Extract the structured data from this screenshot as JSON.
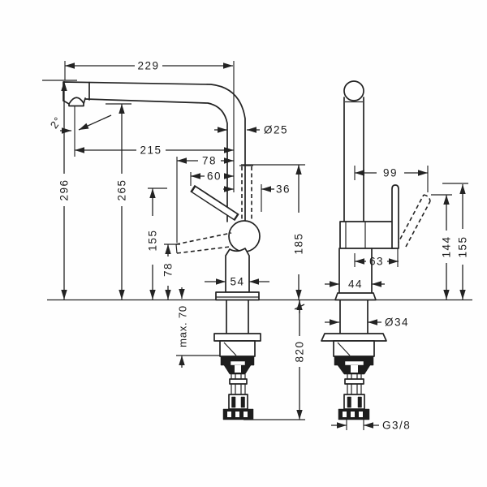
{
  "drawing": {
    "type": "faucet-installation-dimension-drawing",
    "line_color": "#232323",
    "background": "#fefefe"
  },
  "dims": {
    "spout_reach": "229",
    "spout_pipe_diameter": "Ø25",
    "spout_angle": "2°",
    "aerator_reach": "215",
    "handle_reach_down": "78",
    "handle_reach_up": "60",
    "handle_offset": "36",
    "total_height": "296",
    "outlet_height": "265",
    "handle_tip_height": "155",
    "handle_down_height": "78",
    "body_width": "54",
    "max_counter_thickness": "max. 70",
    "handle_top_height": "185",
    "hose_length": "820",
    "side_reach": "99",
    "side_handle_offset": "63",
    "side_body_width": "44",
    "swung_handle_height": "144",
    "side_handle_height": "155",
    "shank_diameter": "Ø34",
    "connection_thread": "G3/8"
  }
}
